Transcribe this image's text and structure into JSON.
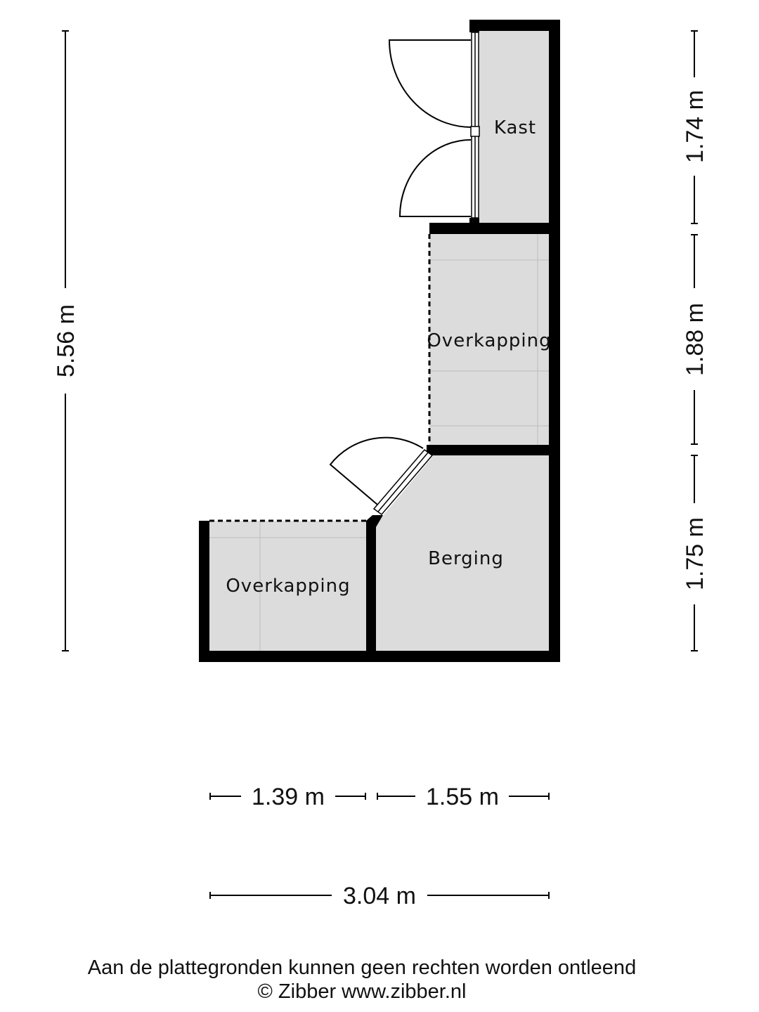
{
  "colors": {
    "wall": "#000000",
    "floor": "#dcdcdc",
    "tile_line": "#c2c2c2",
    "background": "#ffffff"
  },
  "rooms": {
    "kast": "Kast",
    "overkapping_top": "Overkapping",
    "berging": "Berging",
    "overkapping_bottom": "Overkapping"
  },
  "dimensions": {
    "total_height": "5.56 m",
    "right_top": "1.74 m",
    "right_middle": "1.88 m",
    "right_bottom": "1.75 m",
    "bottom_left": "1.39 m",
    "bottom_right": "1.55 m",
    "total_width": "3.04 m"
  },
  "footer": {
    "disclaimer": "Aan de plattegronden kunnen geen rechten worden ontleend",
    "credit": "© Zibber www.zibber.nl"
  }
}
